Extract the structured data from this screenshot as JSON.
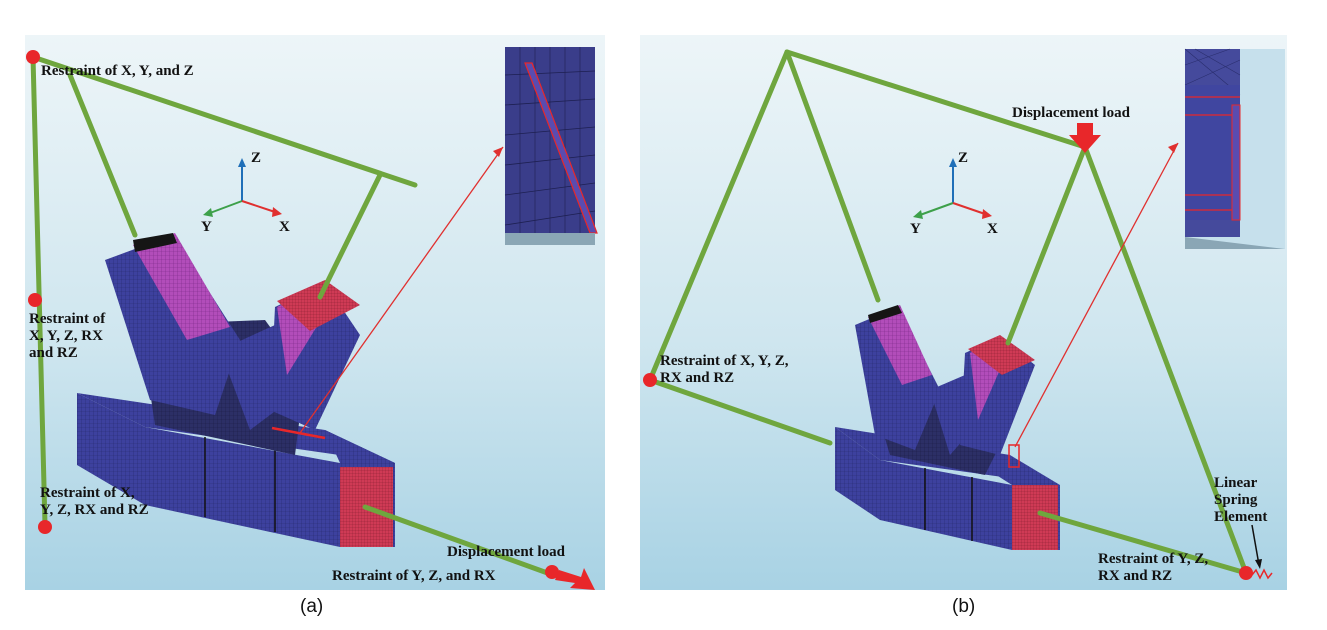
{
  "panel_a": {
    "caption": "(a)",
    "labels": {
      "restraint_top": "Restraint of X, Y, and Z",
      "restraint_mid": "Restraint  of\nX,  Y,  Z,  RX\nand RZ",
      "restraint_bottom": "Restraint of X,\nY, Z, RX and RZ",
      "displacement_load": "Displacement load",
      "restraint_right": "Restraint of Y, Z, and RX"
    },
    "axes": {
      "z": "Z",
      "y": "Y",
      "x": "X"
    }
  },
  "panel_b": {
    "caption": "(b)",
    "labels": {
      "displacement_load": "Displacement load",
      "restraint_left": "Restraint of X, Y, Z,\nRX and RZ",
      "linear_spring": "Linear\nSpring\nElement",
      "restraint_right": "Restraint of Y, Z,\nRX and RZ"
    },
    "axes": {
      "z": "Z",
      "y": "Y",
      "x": "X"
    }
  },
  "colors": {
    "beam": "#6fa63e",
    "restraint": "#e8272a",
    "mesh_blue": "#3b3f9a",
    "mesh_magenta": "#b04ab8",
    "mesh_red": "#c8304a",
    "bg_top": "#eaf3f7",
    "bg_bottom": "#a9d3e6"
  }
}
